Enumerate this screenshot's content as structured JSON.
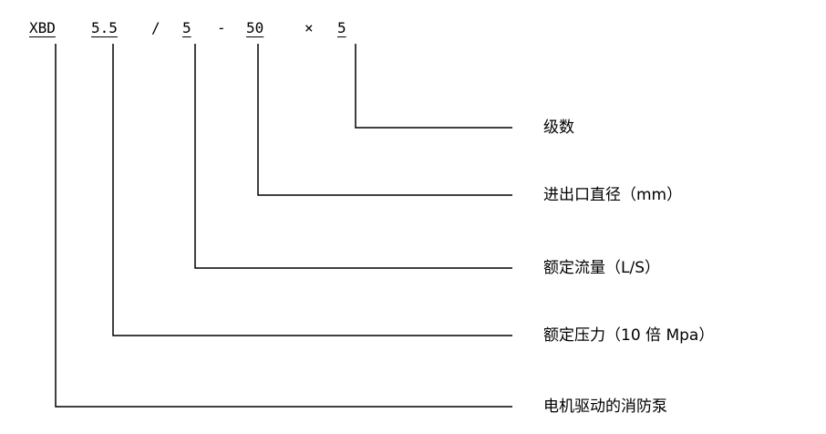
{
  "model_code": {
    "prefix": "XBD",
    "pressure": "5.5",
    "slash": "/",
    "flow": "5",
    "dash": "-",
    "diameter": "50",
    "times": "×",
    "stages": "5"
  },
  "legend": [
    {
      "id": "stages",
      "label": "级数"
    },
    {
      "id": "diameter",
      "label": "进出口直径（mm）"
    },
    {
      "id": "flow",
      "label": "额定流量（L/S）"
    },
    {
      "id": "pressure",
      "label": "额定压力（10 倍 Mpa）"
    },
    {
      "id": "prefix",
      "label": "电机驱动的消防泵"
    }
  ],
  "colors": {
    "ink": "#000000",
    "background": "#ffffff"
  }
}
